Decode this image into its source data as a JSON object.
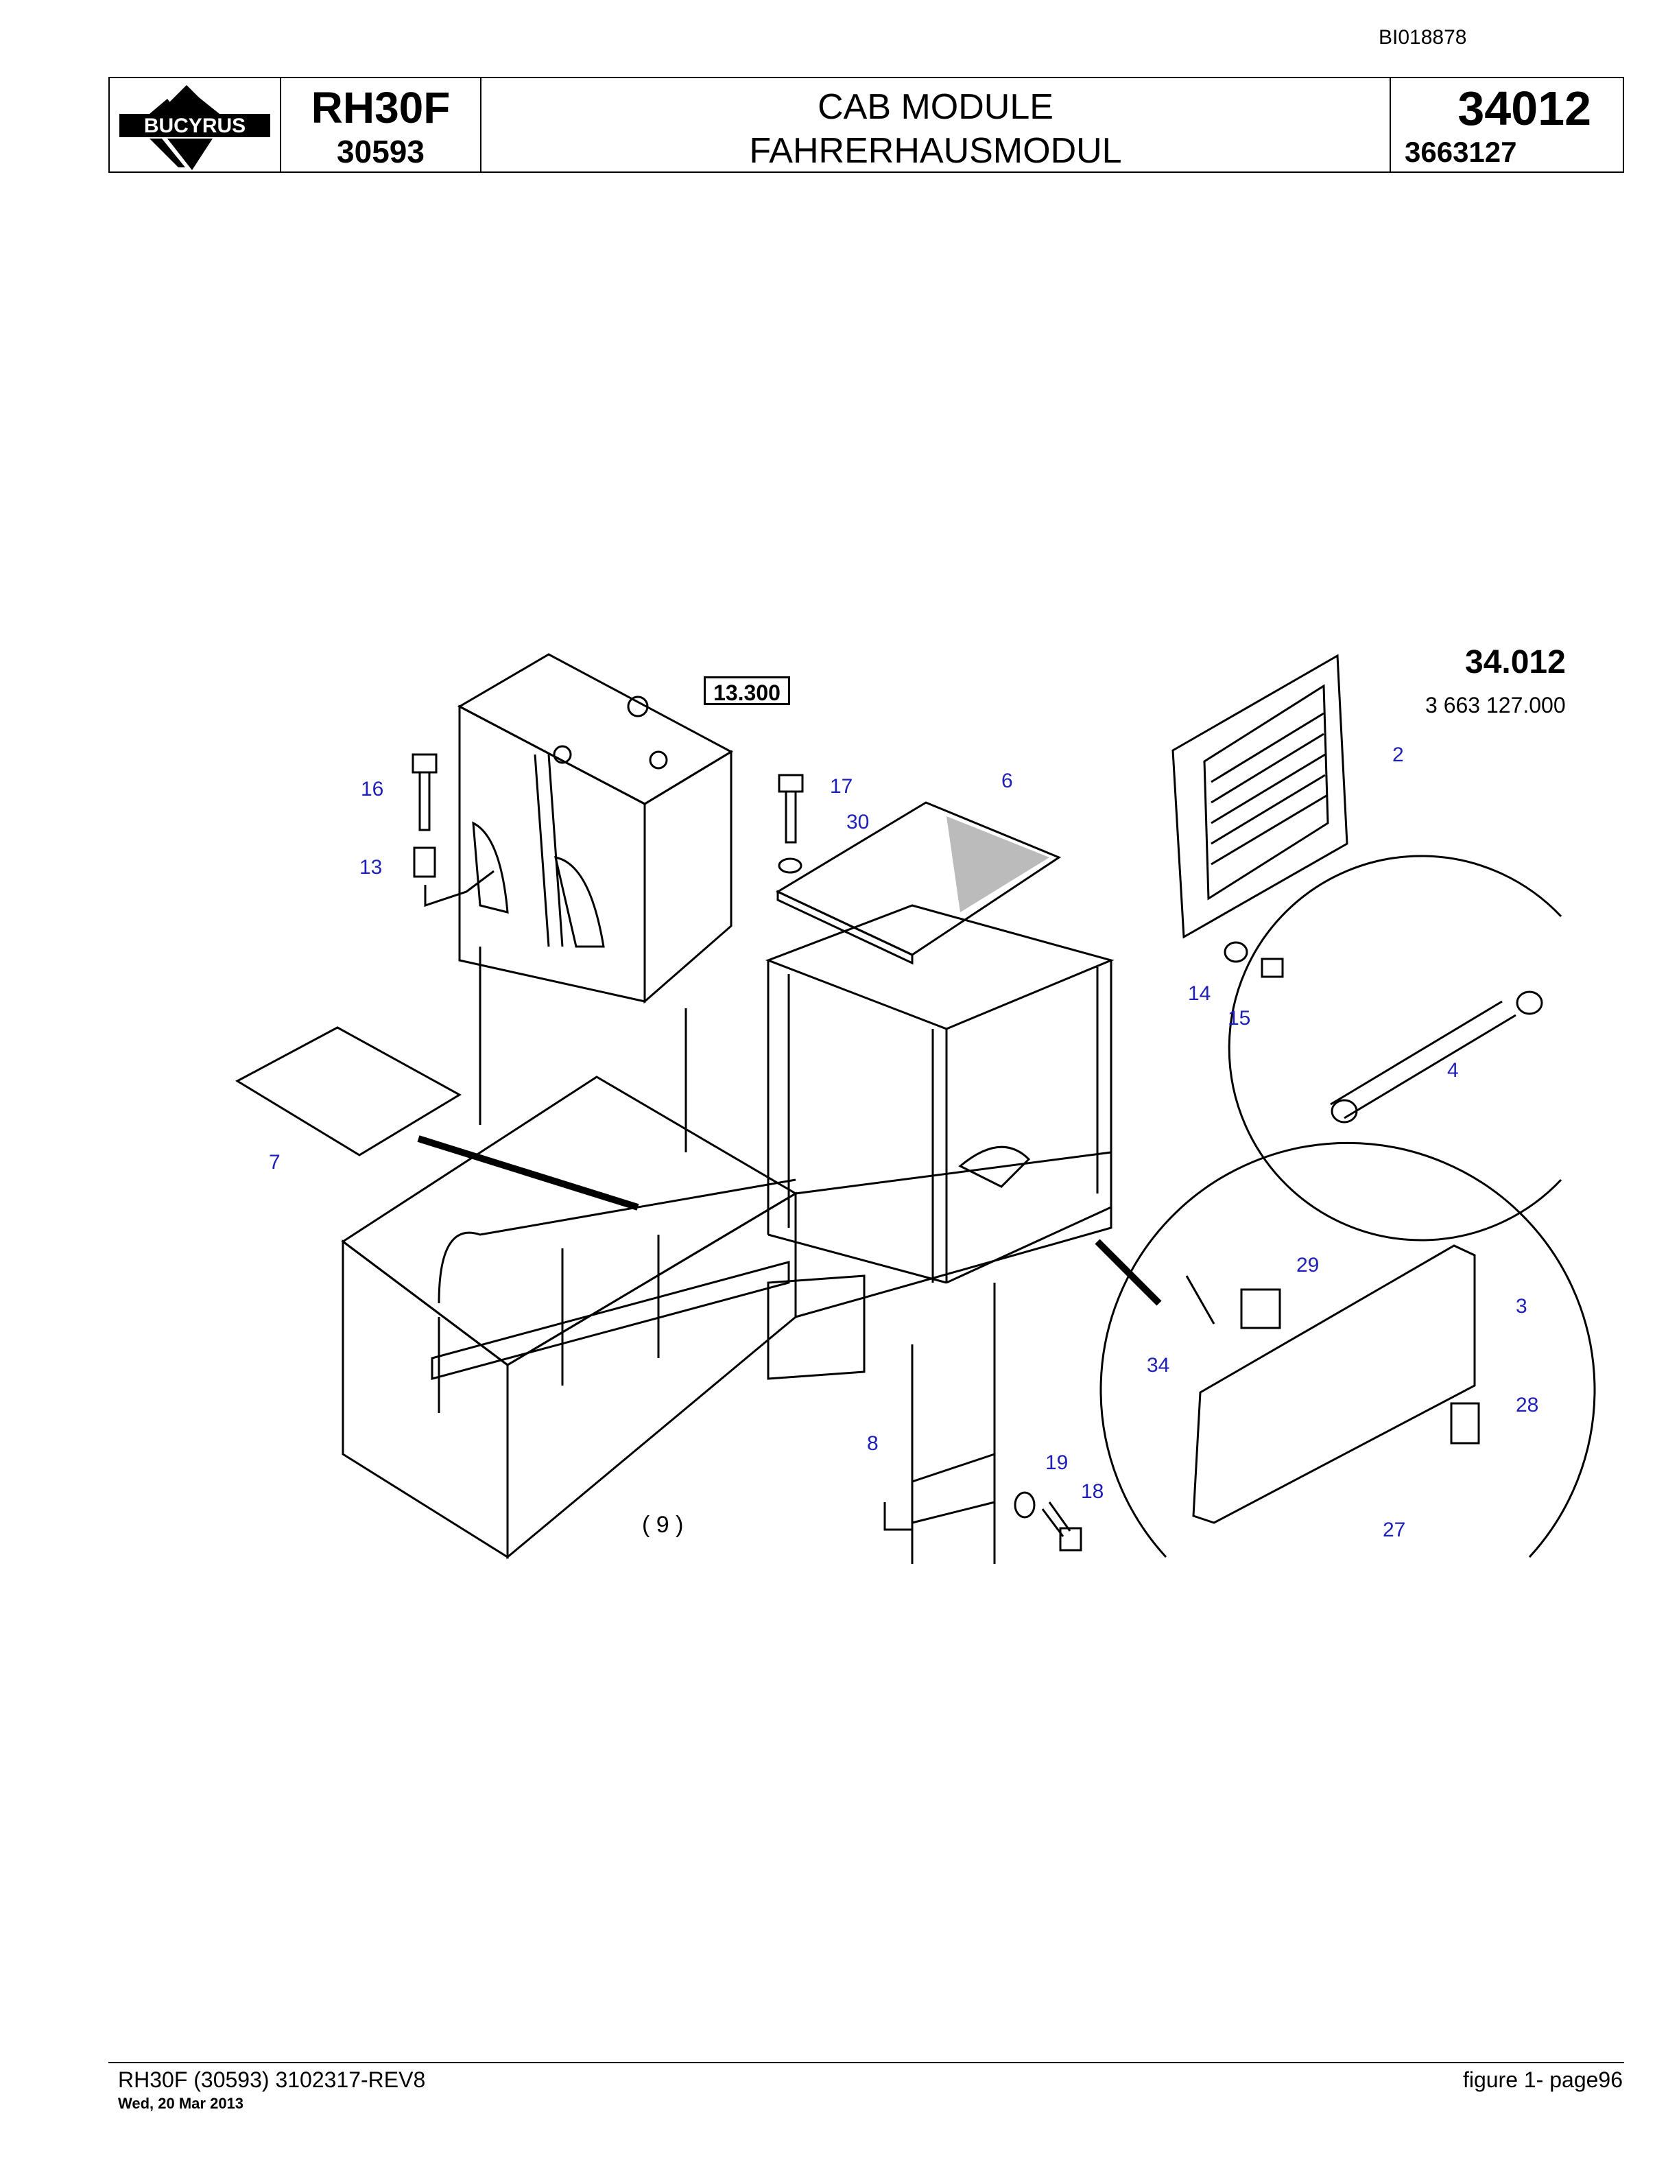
{
  "doc_id": "BI018878",
  "header": {
    "brand": "BUCYRUS",
    "model": "RH30F",
    "serial": "30593",
    "title_en": "CAB MODULE",
    "title_de": "FAHRERHAUSMODUL",
    "module_number": "34012",
    "part_number": "3663127"
  },
  "figure": {
    "number": "34.012",
    "part": "3 663 127.000",
    "ref_box": "13.300",
    "sub_ref": "( 9 )",
    "callouts": [
      "2",
      "3",
      "4",
      "6",
      "7",
      "8",
      "13",
      "14",
      "15",
      "16",
      "17",
      "18",
      "19",
      "27",
      "28",
      "29",
      "30",
      "34"
    ]
  },
  "footer": {
    "left": "RH30F (30593) 3102317-REV8",
    "date": "Wed, 20 Mar 2013",
    "right": "figure 1- page96"
  },
  "colors": {
    "callout": "#1f20b8",
    "line": "#000000"
  }
}
